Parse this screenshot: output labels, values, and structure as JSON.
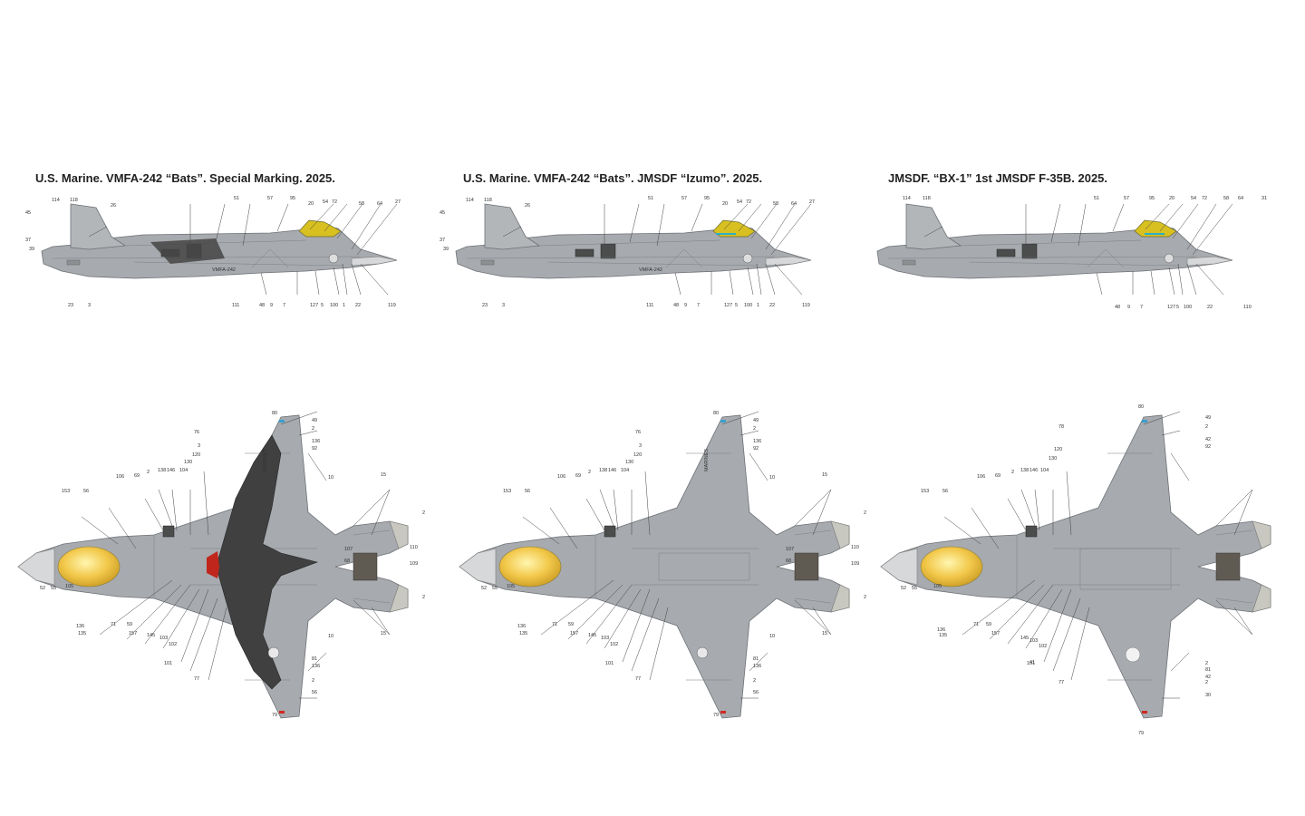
{
  "titles": [
    "U.S. Marine.  VMFA-242 “Bats”.  Special Marking.  2025.",
    "U.S. Marine.  VMFA-242 “Bats”.  JMSDF “Izumo”.  2025.",
    "JMSDF.  “BX-1”  1st JMSDF F-35B.  2025."
  ],
  "side_labels": {
    "top": [
      "114",
      "118",
      "26",
      "45",
      "37",
      "39",
      "51",
      "57",
      "95",
      "20",
      "54",
      "72",
      "58",
      "64",
      "27"
    ],
    "bottom": [
      "23",
      "3",
      "111",
      "48",
      "9",
      "7",
      "127",
      "5",
      "100",
      "1",
      "22",
      "119"
    ]
  },
  "side_labels_jmsdf": {
    "top": [
      "114",
      "118",
      "51",
      "57",
      "95",
      "20",
      "54",
      "72",
      "58",
      "64",
      "31"
    ],
    "bottom": [
      "48",
      "9",
      "7",
      "127",
      "5",
      "100",
      "22",
      "110"
    ]
  },
  "plan_labels": {
    "left": [
      "106",
      "153",
      "56",
      "69",
      "2",
      "138",
      "146",
      "104",
      "120",
      "130",
      "52",
      "55",
      "105",
      "136",
      "135",
      "71",
      "59",
      "157",
      "145",
      "103",
      "102",
      "101"
    ],
    "right": [
      "80",
      "76",
      "3",
      "49",
      "2",
      "136",
      "92",
      "10",
      "15",
      "2",
      "107",
      "68",
      "110",
      "109",
      "2",
      "15",
      "10",
      "81",
      "136",
      "2",
      "56",
      "77",
      "79"
    ]
  },
  "plan_labels_jmsdf": {
    "right": [
      "80",
      "78",
      "49",
      "2",
      "42",
      "92",
      "41",
      "2",
      "81",
      "42",
      "2",
      "30",
      "77",
      "79"
    ]
  },
  "stencils": {
    "side_code": "VMFA-242",
    "wing_marines": "MARINES"
  },
  "colors": {
    "airframe_gray": "#a7aaae",
    "canopy_gold": "#d8c020",
    "bat_black": "#3f403f",
    "bat_red": "#c0261c",
    "nav_blue": "#3a9fd0",
    "nav_red": "#d02a24",
    "tail_cyan": "#2ab0c8"
  }
}
